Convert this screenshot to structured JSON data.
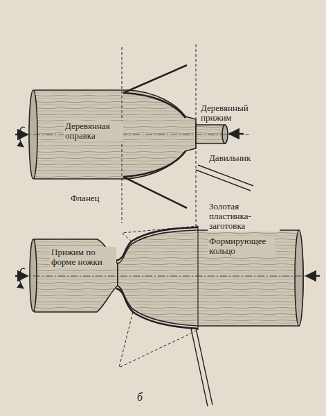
{
  "diagram": {
    "labels": [
      "Деревянный прижим",
      "Деревянная оправка",
      "Давильник",
      "Фланец",
      "Золотая пластинка-заготовка",
      "Прижим по форме ножки",
      "Формирующее кольцо",
      "б"
    ]
  }
}
